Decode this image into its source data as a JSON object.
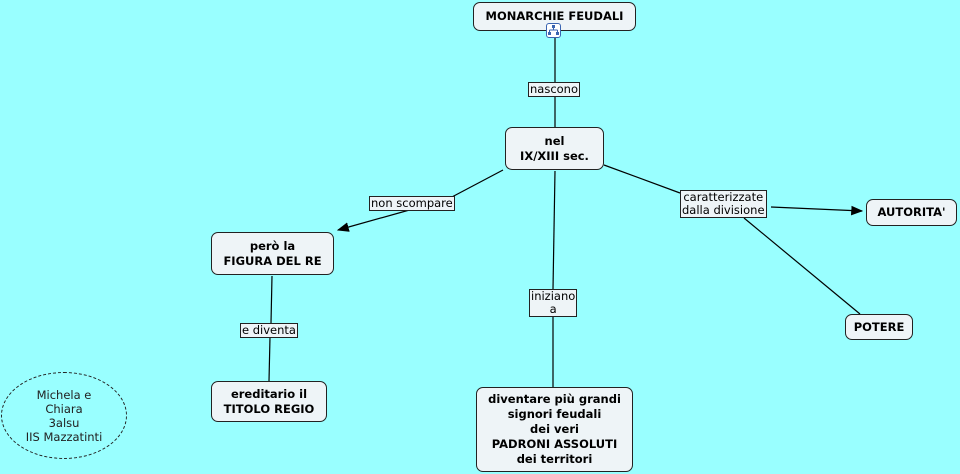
{
  "nodes": {
    "monarchie": "MONARCHIE FEUDALI",
    "secolo": "nel\nIX/XIII sec.",
    "figura_re": "però la\nFIGURA DEL RE",
    "titolo_regio": "ereditario il\nTITOLO REGIO",
    "signori": "diventare più grandi\nsignori feudali\ndei veri\nPADRONI ASSOLUTI\ndei territori",
    "autorita": "AUTORITA'",
    "potere": "POTERE"
  },
  "links": {
    "nascono": "nascono",
    "non_scompare": "non scompare",
    "caratterizzate": "caratterizzate\ndalla divisione",
    "iniziano": "iniziano\na",
    "e_diventa": "e diventa"
  },
  "authors": "Michela e\nChiara\n3alsu\nIIS Mazzatinti"
}
